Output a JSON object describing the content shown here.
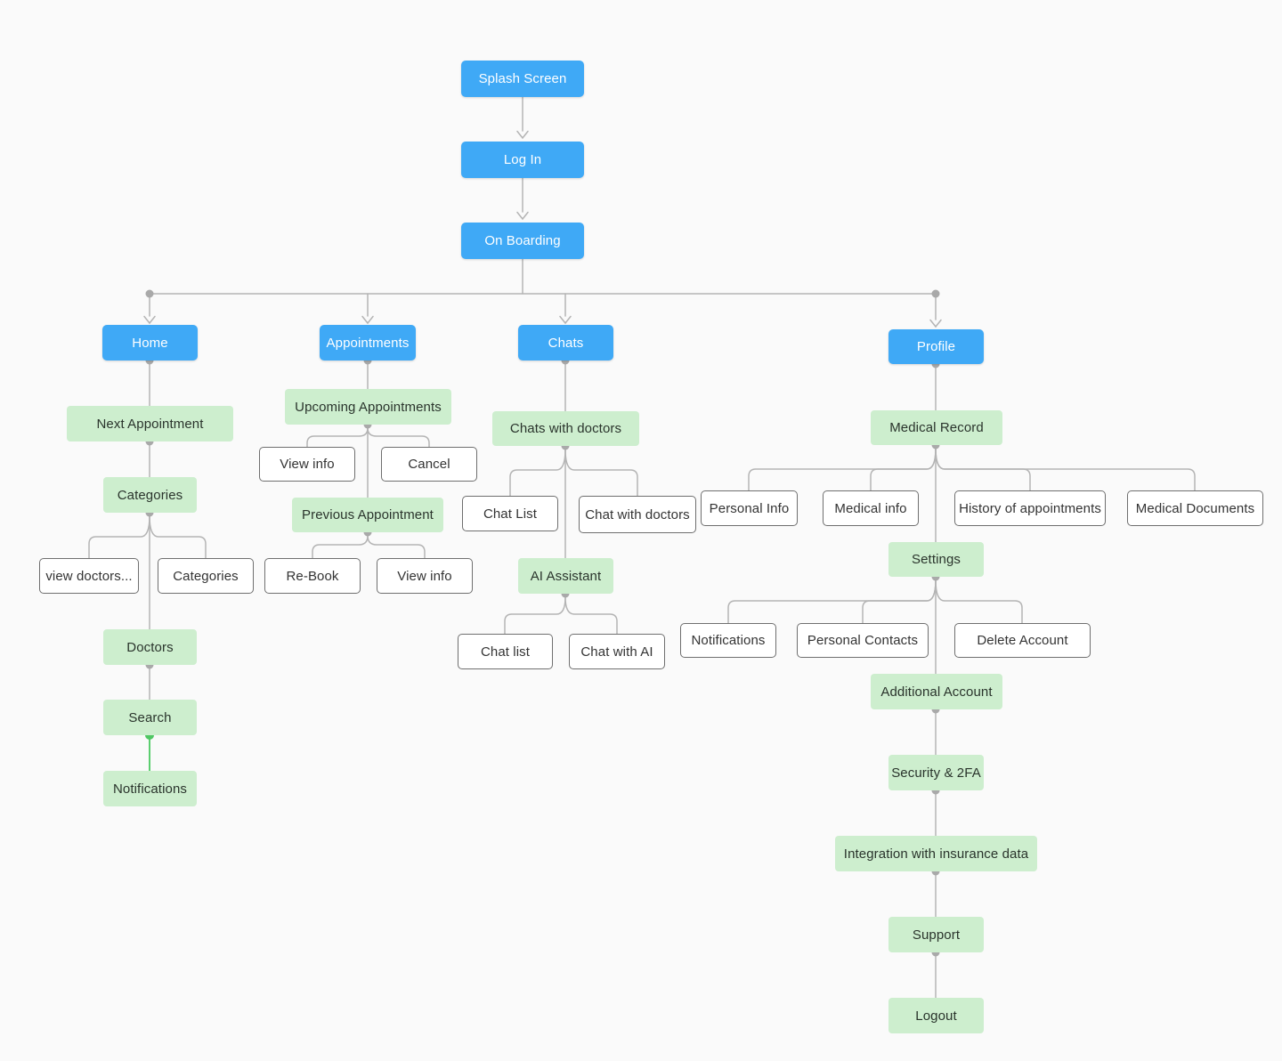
{
  "title": "Medical app sitemap flowchart",
  "colors": {
    "canvas_bg": "#fafafa",
    "primary": "#3fa9f6",
    "sub": "#cdeece",
    "sub_text": "#2a342c",
    "leaf_border": "#6f6f6f",
    "leaf_text": "#333333",
    "connector": "#b4b4b4",
    "connector_dot": "#a9a9a9",
    "connector_active": "#5bce6f",
    "connector_active_dot": "#4fc763"
  },
  "nodes": {
    "splash": {
      "label": "Splash Screen"
    },
    "login": {
      "label": "Log In"
    },
    "onboarding": {
      "label": "On Boarding"
    },
    "home": {
      "label": "Home"
    },
    "appointments": {
      "label": "Appointments"
    },
    "chats": {
      "label": "Chats"
    },
    "profile": {
      "label": "Profile"
    },
    "next_appointment": {
      "label": "Next Appointment"
    },
    "categories_sub": {
      "label": "Categories"
    },
    "view_doctors": {
      "label": "view doctors..."
    },
    "categories_leaf": {
      "label": "Categories"
    },
    "doctors": {
      "label": "Doctors"
    },
    "search": {
      "label": "Search"
    },
    "notifications_home": {
      "label": "Notifications"
    },
    "upcoming_appointments": {
      "label": "Upcoming Appointments"
    },
    "view_info_upcoming": {
      "label": "View info"
    },
    "cancel": {
      "label": "Cancel"
    },
    "previous_appointment": {
      "label": "Previous Appointment"
    },
    "rebook": {
      "label": "Re-Book"
    },
    "view_info_previous": {
      "label": "View info"
    },
    "chats_with_doctors": {
      "label": "Chats with doctors"
    },
    "chat_list_doctors": {
      "label": "Chat List"
    },
    "chat_with_doctors": {
      "label": "Chat with doctors"
    },
    "ai_assistant": {
      "label": "AI Assistant"
    },
    "chat_list_ai": {
      "label": "Chat list"
    },
    "chat_with_ai": {
      "label": "Chat with AI"
    },
    "medical_record": {
      "label": "Medical Record"
    },
    "personal_info": {
      "label": "Personal Info"
    },
    "medical_info": {
      "label": "Medical info"
    },
    "history_of_appointments": {
      "label": "History of appointments"
    },
    "medical_documents": {
      "label": "Medical Documents"
    },
    "settings": {
      "label": "Settings"
    },
    "notifications_settings": {
      "label": "Notifications"
    },
    "personal_contacts": {
      "label": "Personal Contacts"
    },
    "delete_account": {
      "label": "Delete Account"
    },
    "additional_account": {
      "label": "Additional Account"
    },
    "security_2fa": {
      "label": "Security & 2FA"
    },
    "integration_insurance": {
      "label": "Integration with insurance data"
    },
    "support": {
      "label": "Support"
    },
    "logout": {
      "label": "Logout"
    }
  }
}
